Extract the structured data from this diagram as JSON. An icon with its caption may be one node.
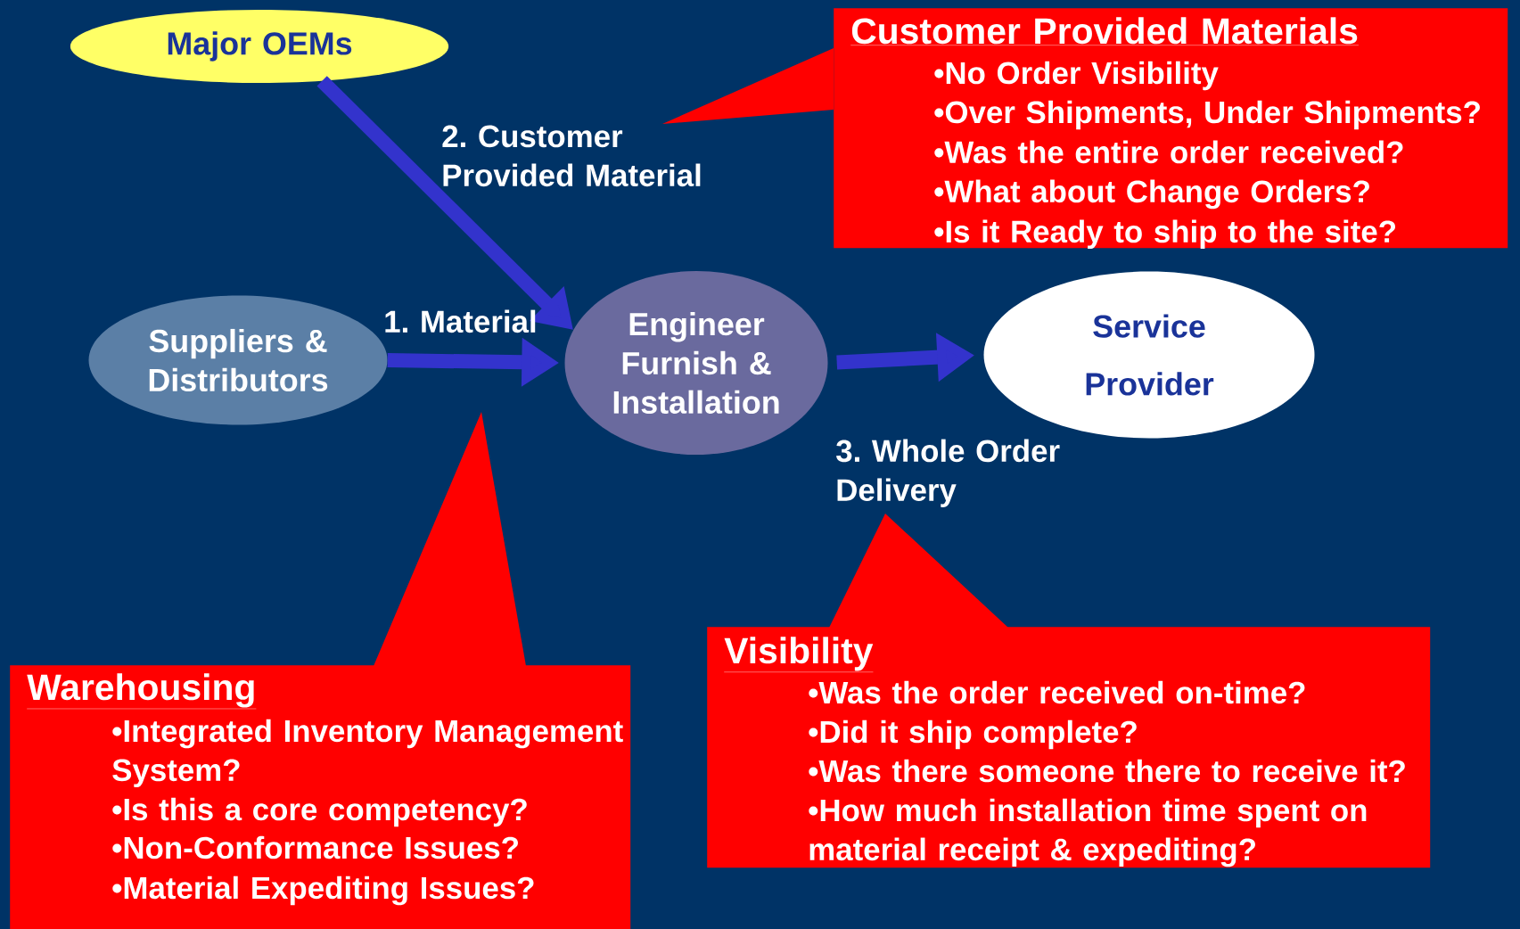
{
  "diagram": {
    "nodes": [
      {
        "text": [
          "Major OEMs"
        ]
      },
      {
        "text": [
          "Suppliers & Distributors"
        ]
      },
      {
        "text": [
          "Engineer Furnish & Installation"
        ]
      },
      {
        "text": [
          "Service Provider"
        ]
      },
      {
        "text": [
          "Customer Provided Materials",
          "•No Order Visibility",
          "•Over Shipments, Under Shipments?",
          "•Was the entire order received?",
          "•What about Change Orders?",
          "•Is it Ready to ship to the site?"
        ]
      },
      {
        "text": [
          "Warehousing",
          "•Integrated Inventory Management System?",
          "•Is this a core competency?",
          "•Non-Conformance Issues?",
          "•Material Expediting Issues?"
        ]
      },
      {
        "text": [
          "Visibility",
          "•Was the order received on-time?",
          "•Did it ship complete?",
          "•Was there someone there to receive it?",
          "•How much installation time spent on material receipt & expediting?"
        ]
      }
    ],
    "edges": [
      {
        "from": 0,
        "to": 2,
        "arrow": "to",
        "label": "2. Customer Provided Material"
      },
      {
        "from": 1,
        "to": 2,
        "arrow": "to",
        "label": "1. Material"
      },
      {
        "from": 2,
        "to": 3,
        "arrow": "to",
        "label": "3. Whole Order Delivery"
      }
    ]
  }
}
